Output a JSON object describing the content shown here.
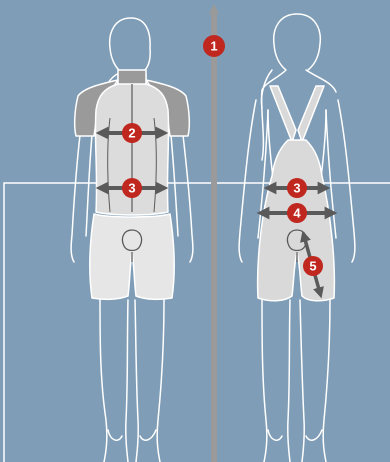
{
  "colors": {
    "background": "#7f9db6",
    "outline": "#ffffff",
    "jersey_body": "#dcdcdc",
    "jersey_sleeve": "#9a9a9a",
    "shorts": "#e6e6e6",
    "bib": "#d9d9d9",
    "arrow": "#5a5a5a",
    "badge": "#c0271f",
    "height_bar": "#9a9a9a"
  },
  "markers": {
    "height": "1",
    "chest": "2",
    "waist_front": "3",
    "waist_back": "3",
    "hip": "4",
    "inseam": "5"
  }
}
